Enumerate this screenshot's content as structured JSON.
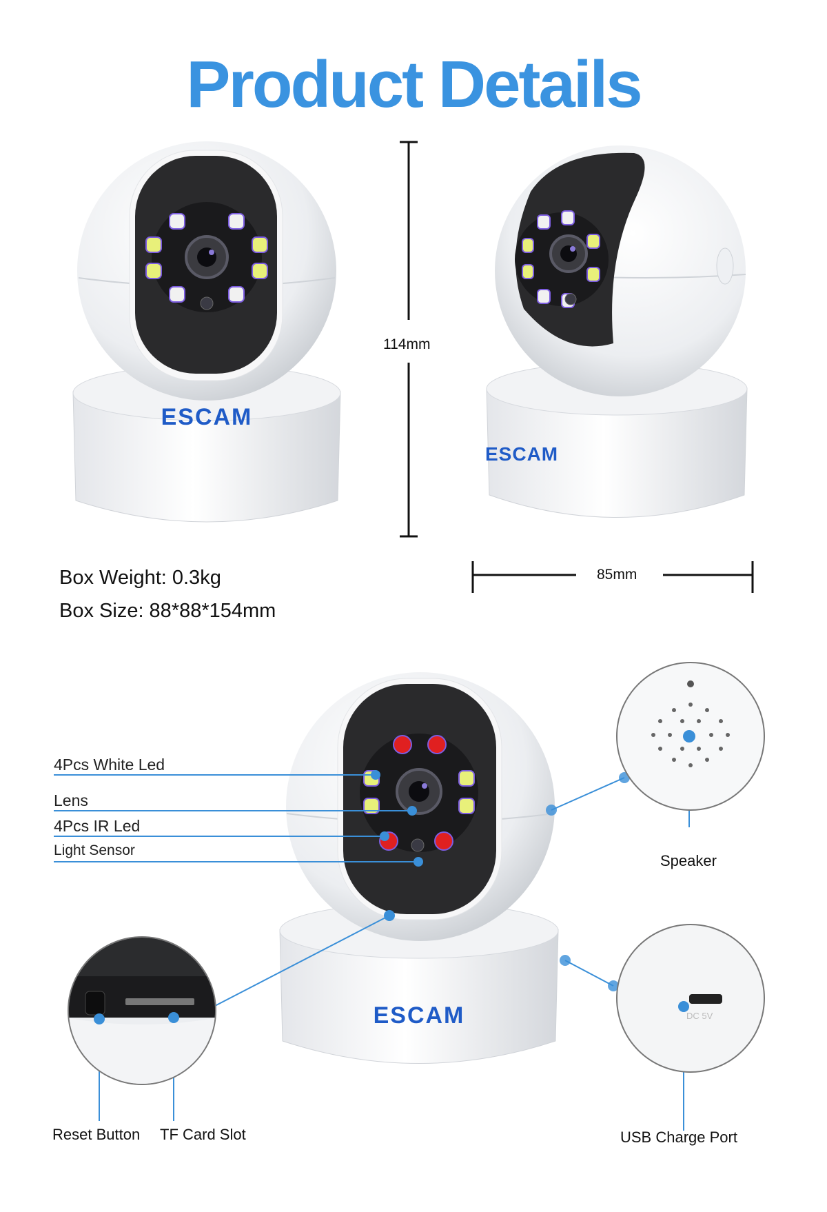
{
  "page": {
    "title": "Product Details"
  },
  "dimensions": {
    "height": "114mm",
    "width": "85mm"
  },
  "specs": {
    "box_weight": "Box Weight: 0.3kg",
    "box_size": "Box Size: 88*88*154mm"
  },
  "brand": {
    "logo_text": "ESCAM",
    "accent_color": "#3a93e0",
    "logo_color": "#1f5bc7"
  },
  "callouts": {
    "white_led": "4Pcs White Led",
    "lens": "Lens",
    "ir_led": "4Pcs IR Led",
    "light_sensor": "Light Sensor",
    "speaker": "Speaker",
    "reset_button": "Reset Button",
    "tf_card_slot": "TF Card Slot",
    "usb_charge_port": "USB Charge Port"
  },
  "port_marking": "DC 5V"
}
